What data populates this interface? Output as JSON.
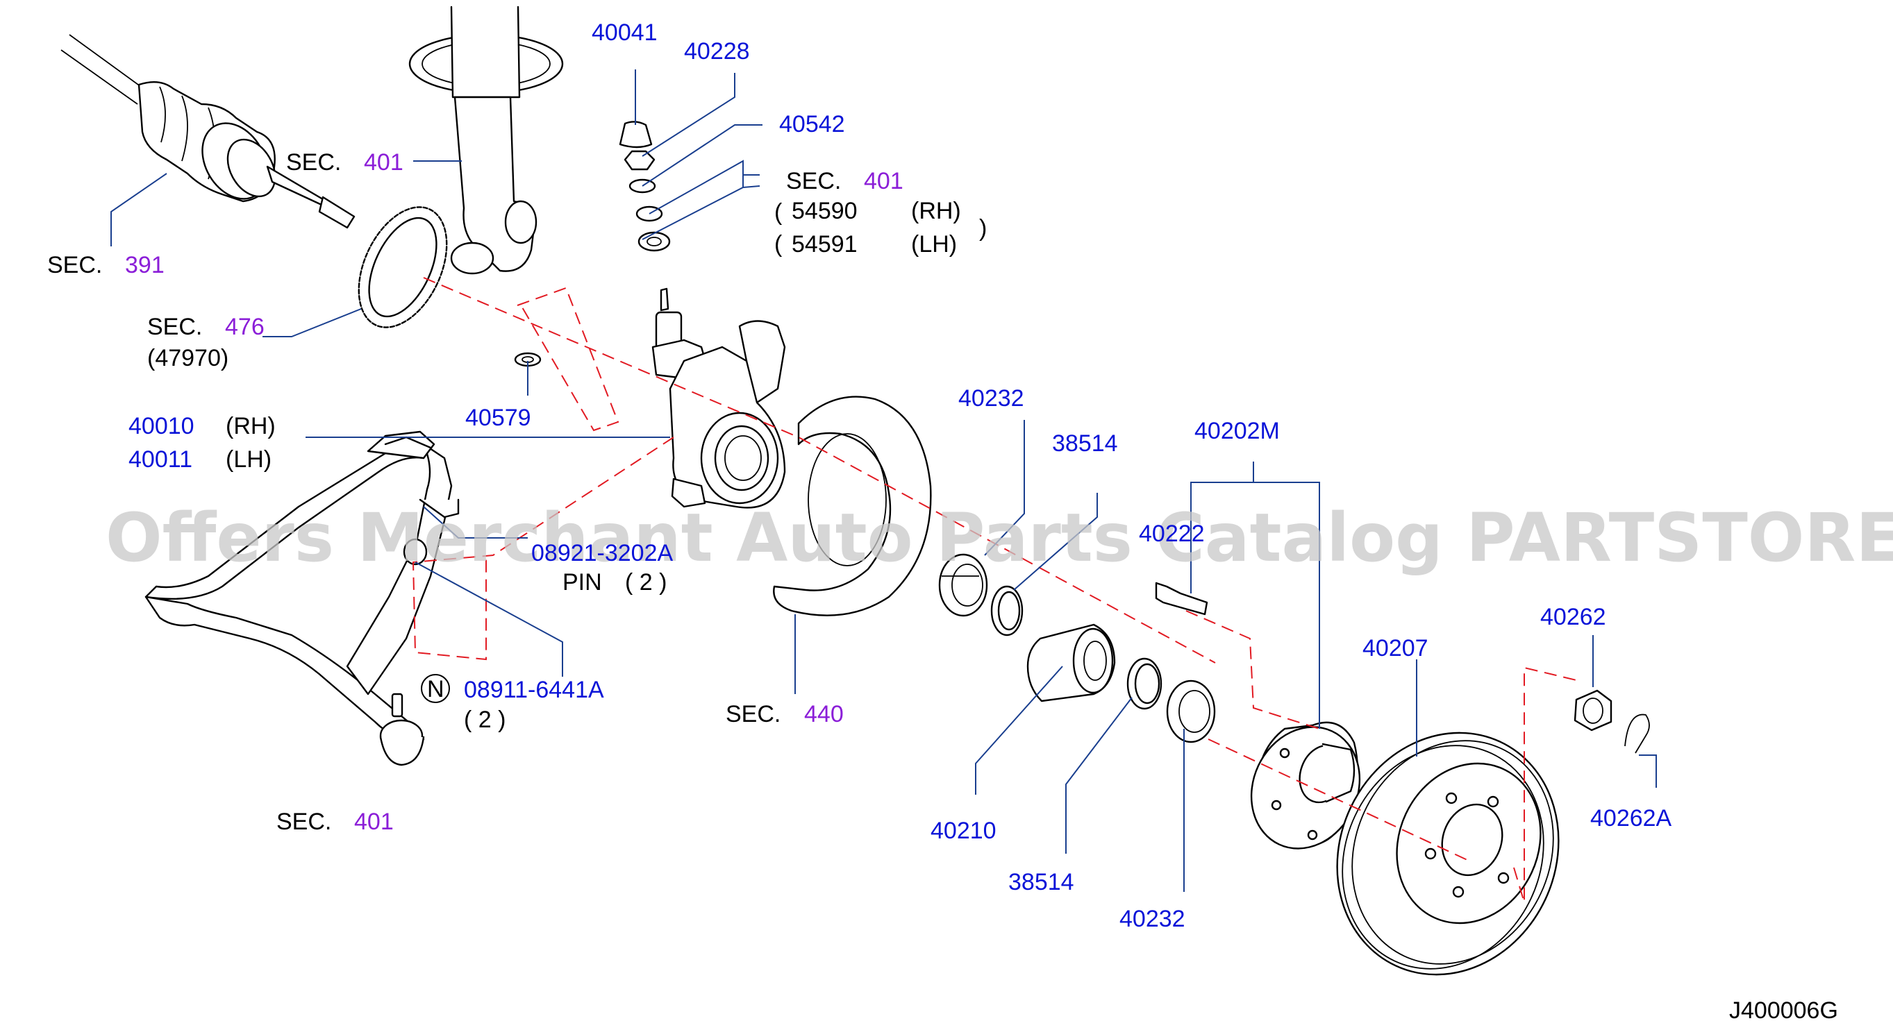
{
  "watermark": "Offers Merchant Auto Parts Catalog PARTSTORE.SA",
  "diagram_id": "J400006G",
  "labels": {
    "sec": "SEC.",
    "rh": "(RH)",
    "lh": "(LH)",
    "pin": "PIN",
    "qty2": "( 2 )",
    "n_mark": "N"
  },
  "sections": {
    "s391": "391",
    "s401_upper": "401",
    "s401_mid": "401",
    "s476": "476",
    "s476_sub": "(47970)",
    "s440": "440",
    "s401_lower": "401"
  },
  "parts": {
    "p40041": "40041",
    "p40228": "40228",
    "p40542": "40542",
    "p54590": "54590",
    "p54591": "54591",
    "p40579": "40579",
    "p40010": "40010",
    "p40011": "40011",
    "p08921": "08921-3202A",
    "p08911": "08911-6441A",
    "p40232a": "40232",
    "p38514a": "38514",
    "p40202m": "40202M",
    "p40222": "40222",
    "p40207": "40207",
    "p40262": "40262",
    "p40262a": "40262A",
    "p40210": "40210",
    "p38514b": "38514",
    "p40232b": "40232"
  },
  "colors": {
    "part_number": "#0a14d8",
    "section_ref": "#8b1ed8",
    "leader_line": "#1a3f8f",
    "dashed_guide": "#e21b23"
  }
}
